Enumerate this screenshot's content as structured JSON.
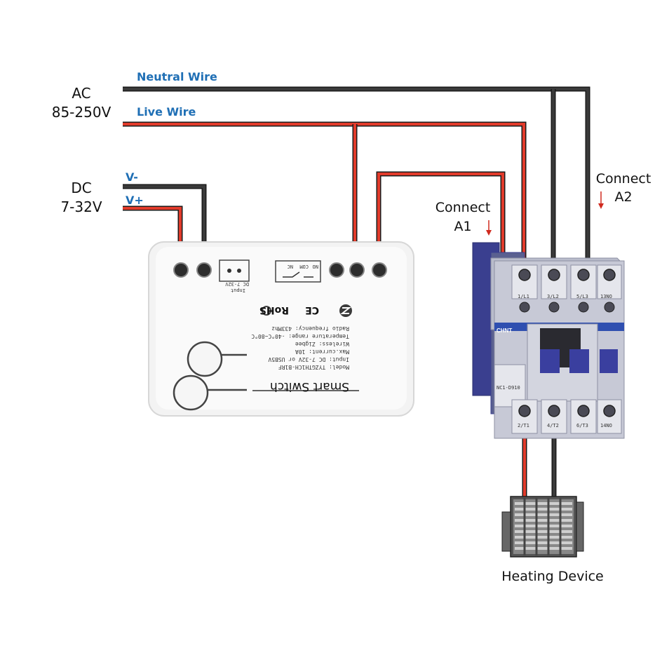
{
  "ac": {
    "label": "AC",
    "voltage": "85-250V"
  },
  "neutral": {
    "label": "Neutral Wire"
  },
  "live": {
    "label": "Live Wire"
  },
  "dc": {
    "label": "DC",
    "voltage": "7-32V",
    "minus": "V-",
    "plus": "V+"
  },
  "connect_a1": {
    "line1": "Connect",
    "line2": "A1"
  },
  "connect_a2": {
    "line1": "Connect",
    "line2": "A2"
  },
  "device": {
    "label": "Heating Device"
  },
  "switch_box": {
    "title": "Smart Switch",
    "model": "Model: TYZGTH1CH-B1RF",
    "input": "Input: DC 7-32V or USB5V",
    "max_current": "Max.current: 10A",
    "wireless": "Wireless: Zigbee",
    "temp_range": "Temperature range: -40°C~80°C",
    "radio_freq": "Radio frequency: 433Mhz",
    "input_label": "Input",
    "dc_label": "DC 7-32V",
    "no_label": "NO",
    "com_label": "COM",
    "nc_label": "NC",
    "rohs": "RoHS",
    "ce": "CE"
  },
  "contactor": {
    "brand": "CHNT",
    "model": "NC1-D910",
    "top_terminals": [
      "1/L1",
      "3/L2",
      "5/L3",
      "13NO"
    ],
    "bottom_terminals": [
      "2/T1",
      "4/T2",
      "6/T3",
      "14NO"
    ]
  },
  "colors": {
    "live": "#e23b2b",
    "neutral": "#3a3a3a",
    "label_blue": "#1f6fb5",
    "contactor_body": "#9fa3b8",
    "contactor_accent": "#3a3f8f"
  }
}
